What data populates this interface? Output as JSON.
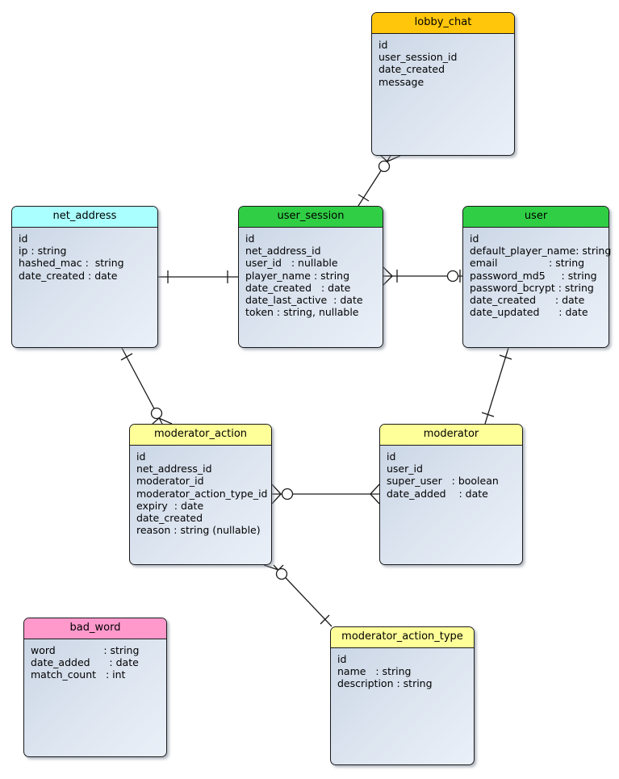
{
  "diagram": {
    "tables": [
      {
        "id": "lobby_chat",
        "title": "lobby_chat",
        "header_color": "#FFC60B",
        "fields": [
          "id",
          "user_session_id",
          "date_created",
          "message"
        ]
      },
      {
        "id": "net_address",
        "title": "net_address",
        "header_color": "#AAFFFF",
        "fields": [
          "id",
          "ip : string",
          "hashed_mac :  string",
          "date_created : date"
        ]
      },
      {
        "id": "user_session",
        "title": "user_session",
        "header_color": "#30CE45",
        "fields": [
          "id",
          "net_address_id",
          "user_id   : nullable",
          "player_name : string",
          "date_created   : date",
          "date_last_active  : date",
          "token : string, nullable"
        ]
      },
      {
        "id": "user",
        "title": "user",
        "header_color": "#30CE45",
        "fields": [
          "id",
          "default_player_name: string",
          "email                : string",
          "password_md5     : string",
          "password_bcrypt : string",
          "date_created      : date",
          "date_updated      : date"
        ]
      },
      {
        "id": "moderator_action",
        "title": "moderator_action",
        "header_color": "#FFFF99",
        "fields": [
          "id",
          "net_address_id",
          "moderator_id",
          "moderator_action_type_id",
          "expiry  : date",
          "date_created",
          "reason : string (nullable)"
        ]
      },
      {
        "id": "moderator",
        "title": "moderator",
        "header_color": "#FFFF99",
        "fields": [
          "id",
          "user_id",
          "super_user   : boolean",
          "date_added    : date"
        ]
      },
      {
        "id": "bad_word",
        "title": "bad_word",
        "header_color": "#FF99CC",
        "fields": [
          "word               : string",
          "date_added      : date",
          "match_count   : int"
        ]
      },
      {
        "id": "moderator_action_type",
        "title": "moderator_action_type",
        "header_color": "#FFFF99",
        "fields": [
          "id",
          "name   : string",
          "description : string"
        ]
      }
    ],
    "relationships": [
      {
        "from": "user_session",
        "to": "lobby_chat",
        "from_cardinality": "one",
        "to_cardinality": "zero-or-many"
      },
      {
        "from": "net_address",
        "to": "user_session",
        "from_cardinality": "one",
        "to_cardinality": "one"
      },
      {
        "from": "user_session",
        "to": "user",
        "from_cardinality": "one-or-many",
        "to_cardinality": "zero-or-one"
      },
      {
        "from": "net_address",
        "to": "moderator_action",
        "from_cardinality": "one",
        "to_cardinality": "zero-or-many"
      },
      {
        "from": "user",
        "to": "moderator",
        "from_cardinality": "one",
        "to_cardinality": "one"
      },
      {
        "from": "moderator_action",
        "to": "moderator",
        "from_cardinality": "zero-or-many",
        "to_cardinality": "many"
      },
      {
        "from": "moderator_action_type",
        "to": "moderator_action",
        "from_cardinality": "one",
        "to_cardinality": "zero-or-many"
      }
    ]
  }
}
